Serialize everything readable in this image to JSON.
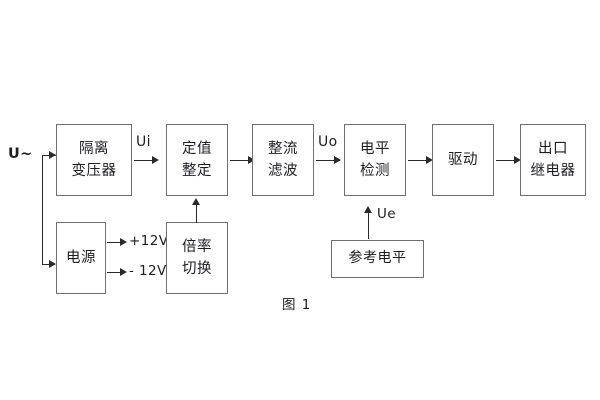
{
  "diagram": {
    "caption": "图 1",
    "source_label": "U~",
    "blocks": [
      {
        "id": "isolation-transformer",
        "lines": [
          "隔离",
          "变压器"
        ]
      },
      {
        "id": "setting-value",
        "lines": [
          "定值",
          "整定"
        ]
      },
      {
        "id": "rectify-filter",
        "lines": [
          "整流",
          "滤波"
        ]
      },
      {
        "id": "level-detection",
        "lines": [
          "电平",
          "检测"
        ]
      },
      {
        "id": "drive",
        "lines": [
          "驱动"
        ]
      },
      {
        "id": "output-relay",
        "lines": [
          "出口",
          "继电器"
        ]
      },
      {
        "id": "power-supply",
        "lines": [
          "电源"
        ]
      },
      {
        "id": "multiplier-switch",
        "lines": [
          "倍率",
          "切换"
        ]
      },
      {
        "id": "reference-level",
        "lines": [
          "参考电平"
        ]
      }
    ],
    "signals": [
      {
        "id": "ui",
        "label": "Ui"
      },
      {
        "id": "uo",
        "label": "Uo"
      },
      {
        "id": "ue",
        "label": "Ue"
      }
    ],
    "rails": [
      {
        "id": "plus-12v",
        "label": "+12V"
      },
      {
        "id": "minus-12v",
        "label": "- 12V"
      }
    ],
    "colors": {
      "box_border": "#6f6f6f",
      "line": "#2a2a2a",
      "text": "#1d1d22",
      "background": "#ffffff"
    }
  }
}
